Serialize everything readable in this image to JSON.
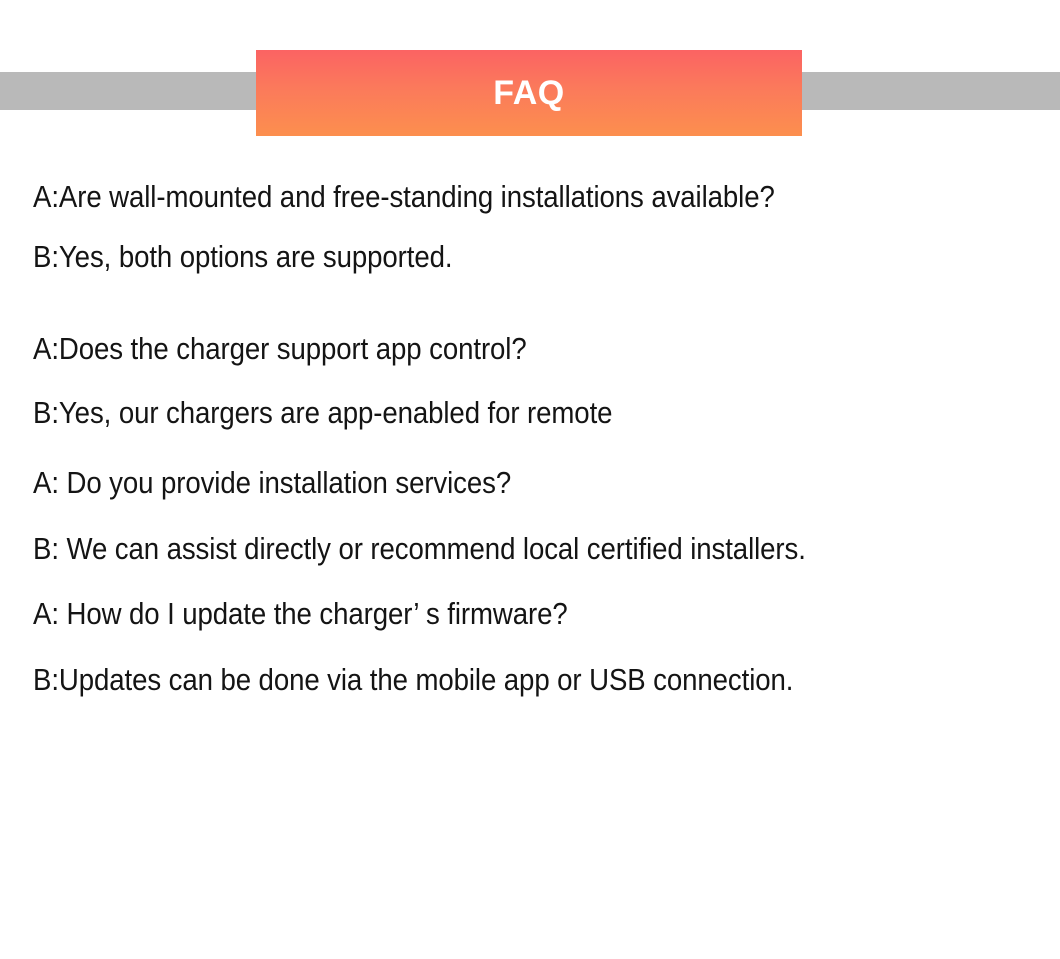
{
  "banner": {
    "title": "FAQ",
    "plate_gradient_top": "#fb6363",
    "plate_gradient_bottom": "#fc8f4e",
    "band_color": "#b9b9b9",
    "title_color": "#ffffff"
  },
  "page": {
    "background": "#ffffff",
    "text_color": "#141414"
  },
  "faq": {
    "groups": [
      {
        "question": "A:Are wall-mounted and free-standing installations available?",
        "answer": "B:Yes, both options are supported."
      },
      {
        "question": "A:Does the charger support app control?",
        "answer": "B:Yes, our chargers are app-enabled for remote"
      },
      {
        "question": "A: Do you provide installation services?",
        "answer": "B: We can assist directly or recommend local certified installers."
      },
      {
        "question": "A: How do I update the charger’ s firmware?",
        "answer": "B:Updates can be done via the mobile app or USB connection."
      }
    ]
  }
}
